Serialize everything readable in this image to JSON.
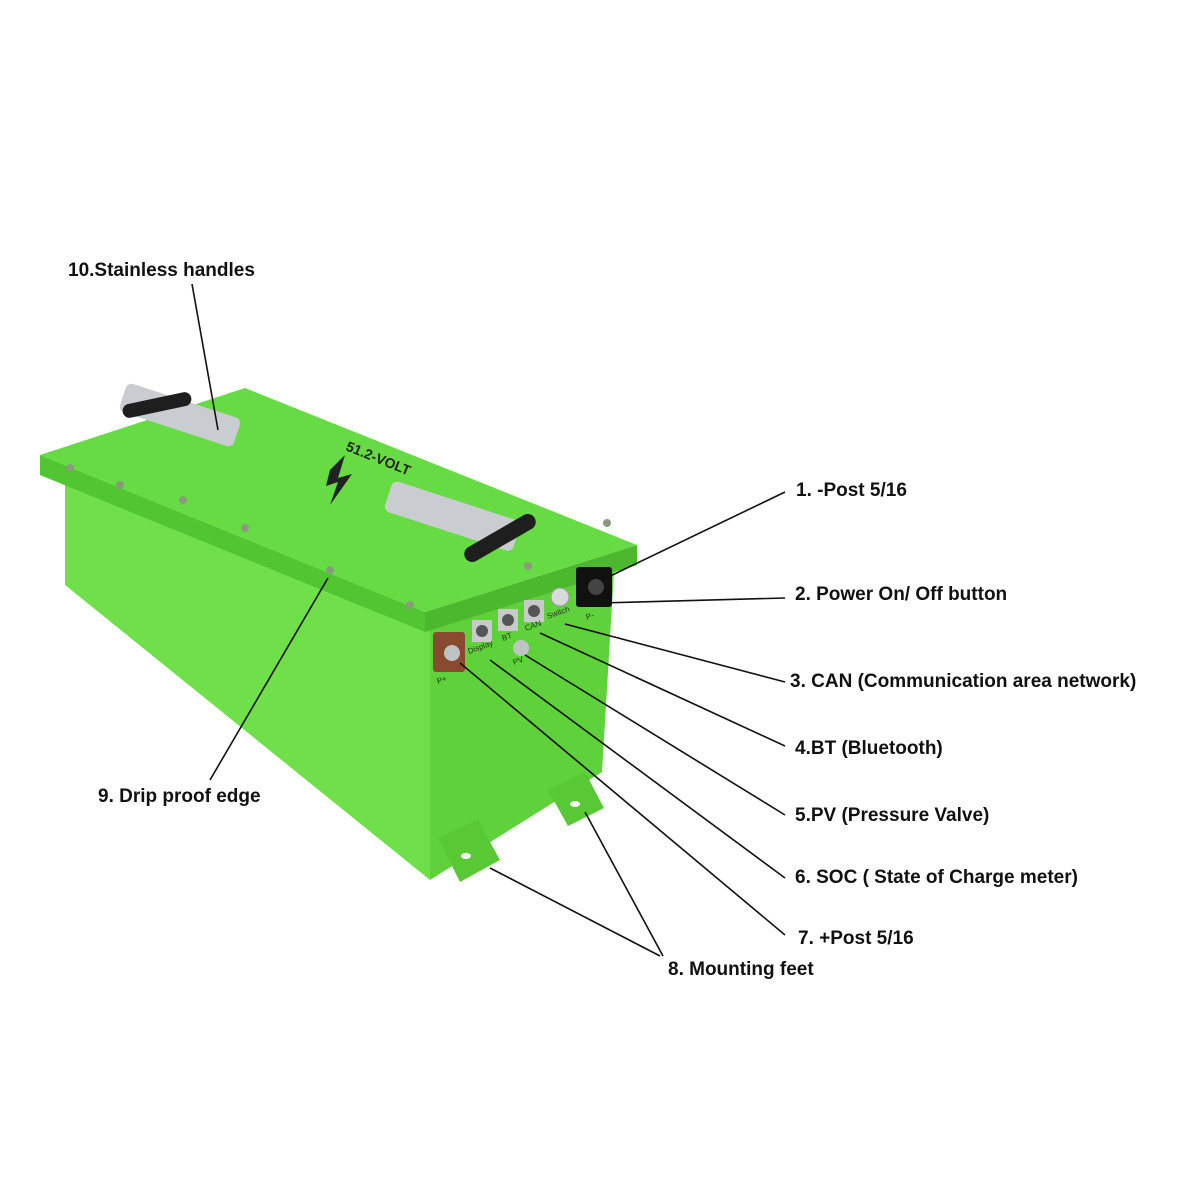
{
  "product": {
    "brand_text": "51.2-VOLT",
    "port_labels": [
      "P+",
      "Display",
      "BT",
      "CAN",
      "Switch",
      "P-",
      "PV"
    ],
    "body_color": "#6fe04a",
    "lid_color": "#5cd53a"
  },
  "callouts": [
    {
      "id": "1",
      "text": "1. -Post 5/16"
    },
    {
      "id": "2",
      "text": "2. Power On/ Off button"
    },
    {
      "id": "3",
      "text": "3. CAN (Communication area network)"
    },
    {
      "id": "4",
      "text": "4.BT (Bluetooth)"
    },
    {
      "id": "5",
      "text": "5.PV (Pressure Valve)"
    },
    {
      "id": "6",
      "text": "6. SOC ( State of Charge meter)"
    },
    {
      "id": "7",
      "text": "7. +Post 5/16"
    },
    {
      "id": "8",
      "text": "8. Mounting feet"
    },
    {
      "id": "9",
      "text": "9. Drip proof edge"
    },
    {
      "id": "10",
      "text": "10.Stainless handles"
    }
  ]
}
